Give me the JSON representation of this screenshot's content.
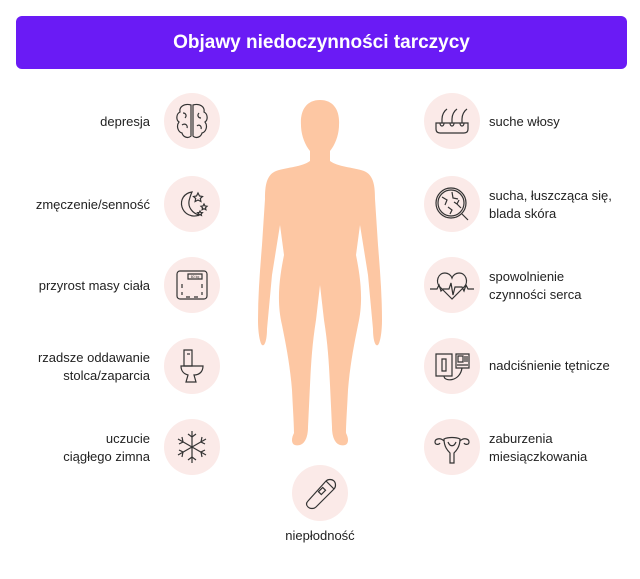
{
  "title": "Objawy niedoczynności tarczycy",
  "colors": {
    "banner": "#6a1bf5",
    "icon_circle": "#fbeae8",
    "body": "#fdc7a3",
    "icon_stroke": "#333333"
  },
  "left": [
    {
      "label": "depresja",
      "icon": "brain-icon"
    },
    {
      "label": "zmęczenie/senność",
      "icon": "moon-stars-icon"
    },
    {
      "label": "przyrost masy ciała",
      "icon": "scale-icon",
      "icon_text": "60 kg"
    },
    {
      "label_lines": [
        "rzadsze oddawanie",
        "stolca/zaparcia"
      ],
      "icon": "toilet-icon"
    },
    {
      "label_lines": [
        "uczucie",
        "ciągłego zimna"
      ],
      "icon": "snowflake-icon"
    }
  ],
  "right": [
    {
      "label": "suche włosy",
      "icon": "hair-follicle-icon"
    },
    {
      "label_lines": [
        "sucha, łuszcząca się,",
        "blada skóra"
      ],
      "icon": "cracked-skin-magnifier-icon"
    },
    {
      "label_lines": [
        "spowolnienie",
        "czynności serca"
      ],
      "icon": "heart-pulse-icon"
    },
    {
      "label": "nadciśnienie tętnicze",
      "icon": "blood-pressure-monitor-icon"
    },
    {
      "label_lines": [
        "zaburzenia",
        "miesiączkowania"
      ],
      "icon": "uterus-icon"
    }
  ],
  "bottom": {
    "label": "niepłodność",
    "icon": "pregnancy-test-icon"
  }
}
